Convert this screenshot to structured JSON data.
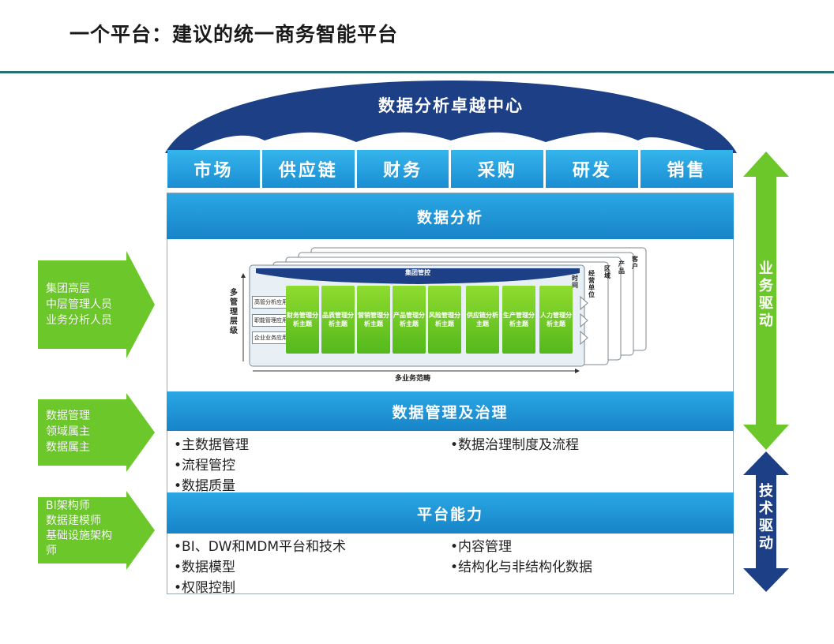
{
  "page_title": "一个平台：建议的统一商务智能平台",
  "dome_label": "数据分析卓越中心",
  "departments": [
    "市场",
    "供应链",
    "财务",
    "采购",
    "研发",
    "销售"
  ],
  "sections": {
    "analysis": {
      "title": "数据分析"
    },
    "governance": {
      "title": "数据管理及治理",
      "left_items": [
        "•主数据管理",
        "•流程管控",
        "•数据质量"
      ],
      "right_items": [
        "•数据治理制度及流程"
      ]
    },
    "platform": {
      "title": "平台能力",
      "left_items": [
        "•BI、DW和MDM平台和技术",
        "•数据模型",
        "•权限控制"
      ],
      "right_items": [
        "•内容管理",
        "•结构化与非结构化数据"
      ]
    }
  },
  "roles": [
    {
      "lines": [
        "集团高层",
        "中层管理人员",
        "业务分析人员"
      ]
    },
    {
      "lines": [
        "数据管理",
        "领域属主",
        "数据属主"
      ]
    },
    {
      "lines": [
        "BI架构师",
        "数据建模师",
        "基础设施架构",
        "师"
      ]
    }
  ],
  "drivers": {
    "business": "业务驱动",
    "technology": "技术驱动"
  },
  "cube": {
    "top_label": "集团管控",
    "left_label": "多管理层级",
    "bottom_label": "多业务范畴",
    "layers": [
      "时间",
      "经营单位",
      "区域",
      "产品",
      "客户"
    ],
    "row_labels": [
      "高管分析应用",
      "职能管理应用",
      "企业业务应用"
    ],
    "themes": [
      "财务管理分析主题",
      "品质管理分析主题",
      "营销管理分析主题",
      "产品管理分析主题",
      "风险管理分析主题",
      "供应链分析主题",
      "生产管理分析主题",
      "人力管理分析主题"
    ]
  },
  "colors": {
    "dome": "#1c3f86",
    "band": "#1f95d8",
    "green": "#6cc72a",
    "navy": "#1c3f86",
    "rule": "#2a6f73"
  }
}
